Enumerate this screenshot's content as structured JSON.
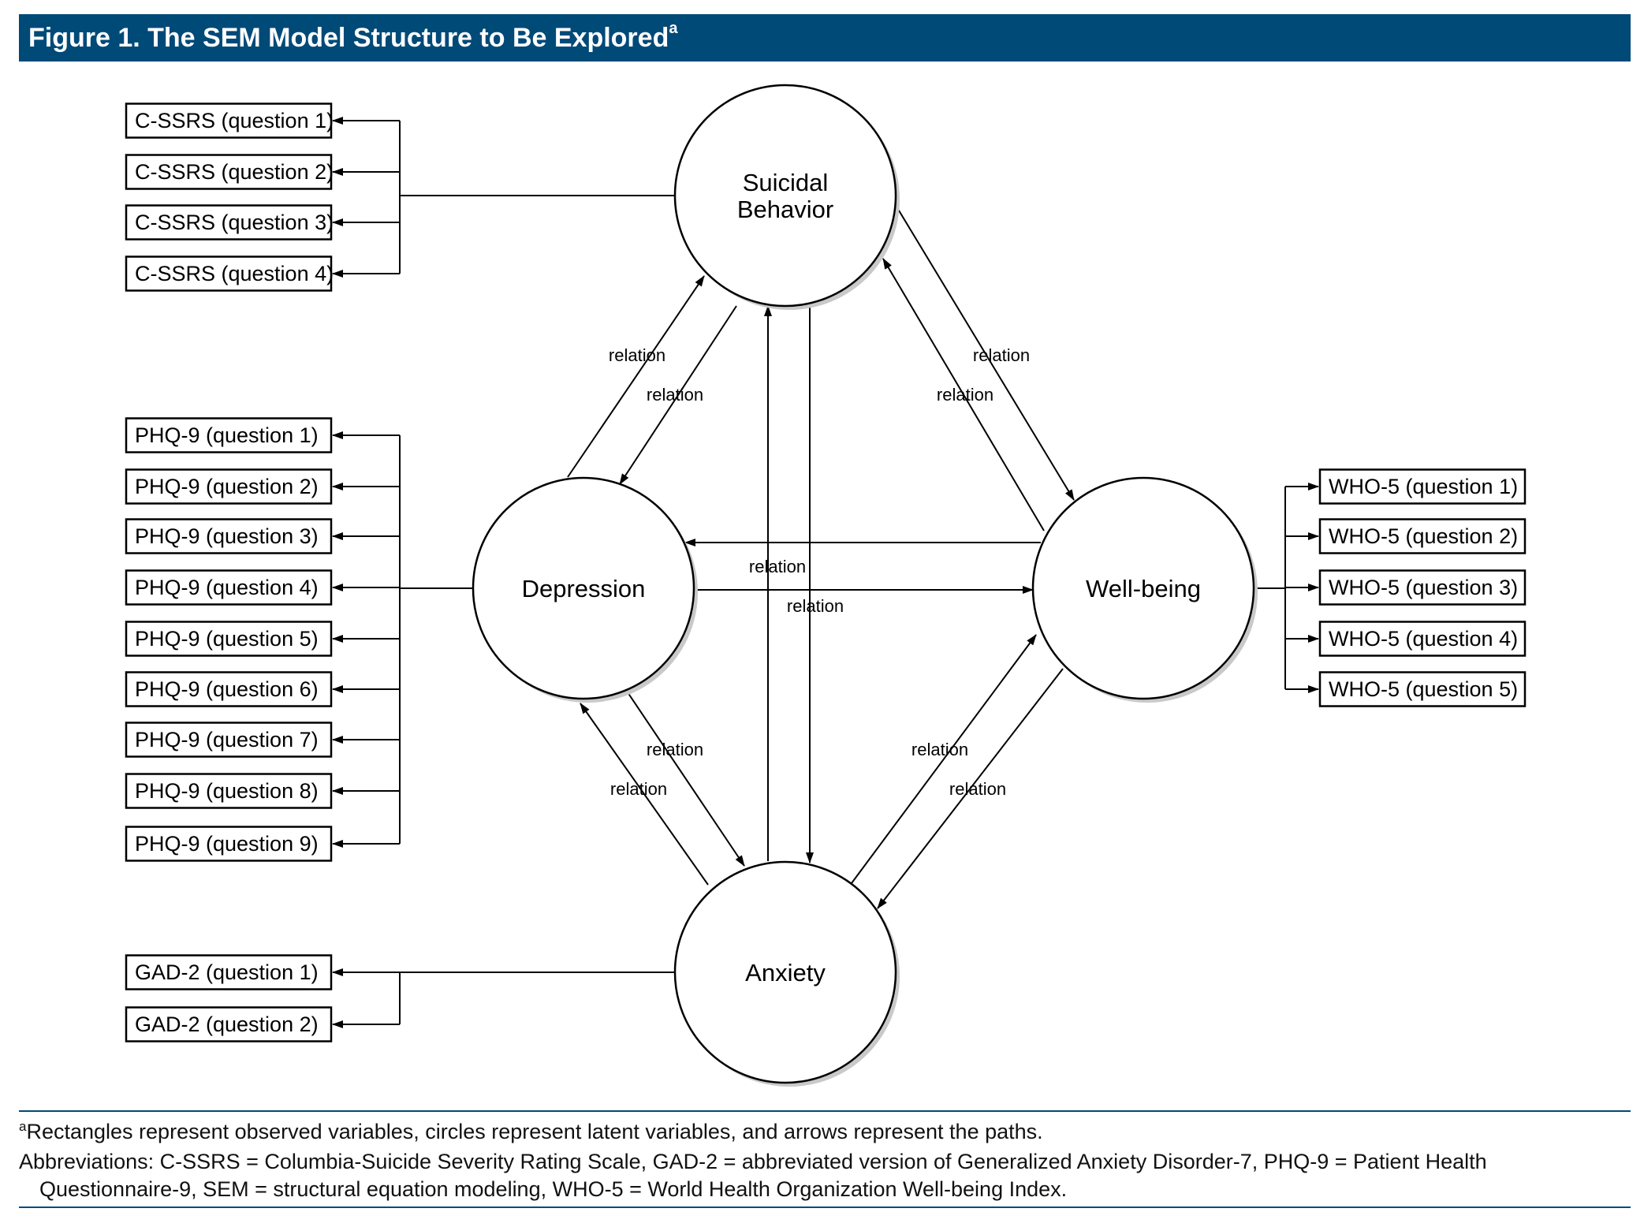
{
  "figure": {
    "title": "Figure 1. The SEM Model Structure to Be Explored",
    "title_superscript": "a",
    "header_color": "#004a78"
  },
  "latent_variables": [
    {
      "id": "suicidal",
      "label_lines": [
        "Suicidal",
        "Behavior"
      ]
    },
    {
      "id": "depression",
      "label_lines": [
        "Depression"
      ]
    },
    {
      "id": "wellbeing",
      "label_lines": [
        "Well-being"
      ]
    },
    {
      "id": "anxiety",
      "label_lines": [
        "Anxiety"
      ]
    }
  ],
  "observed_groups": [
    {
      "latent": "suicidal",
      "items": [
        "C-SSRS (question 1)",
        "C-SSRS (question 2)",
        "C-SSRS (question 3)",
        "C-SSRS (question 4)"
      ]
    },
    {
      "latent": "depression",
      "items": [
        "PHQ-9 (question 1)",
        "PHQ-9 (question 2)",
        "PHQ-9 (question 3)",
        "PHQ-9 (question 4)",
        "PHQ-9 (question 5)",
        "PHQ-9 (question 6)",
        "PHQ-9 (question 7)",
        "PHQ-9 (question 8)",
        "PHQ-9 (question 9)"
      ]
    },
    {
      "latent": "anxiety",
      "items": [
        "GAD-2 (question 1)",
        "GAD-2 (question 2)"
      ]
    },
    {
      "latent": "wellbeing",
      "items": [
        "WHO-5 (question 1)",
        "WHO-5 (question 2)",
        "WHO-5 (question 3)",
        "WHO-5 (question 4)",
        "WHO-5 (question 5)"
      ]
    }
  ],
  "paths": [
    {
      "from": "depression",
      "to": "suicidal",
      "label": "relation"
    },
    {
      "from": "suicidal",
      "to": "depression",
      "label": "relation"
    },
    {
      "from": "suicidal",
      "to": "wellbeing",
      "label": "relation"
    },
    {
      "from": "wellbeing",
      "to": "suicidal",
      "label": "relation"
    },
    {
      "from": "wellbeing",
      "to": "depression",
      "label": ""
    },
    {
      "from": "depression",
      "to": "wellbeing",
      "label": "relation"
    },
    {
      "from": "anxiety",
      "to": "suicidal",
      "label": ""
    },
    {
      "from": "suicidal",
      "to": "anxiety",
      "label": "relation"
    },
    {
      "from": "depression",
      "to": "anxiety",
      "label": "relation"
    },
    {
      "from": "anxiety",
      "to": "depression",
      "label": "relation"
    },
    {
      "from": "anxiety",
      "to": "wellbeing",
      "label": "relation"
    },
    {
      "from": "wellbeing",
      "to": "anxiety",
      "label": "relation"
    }
  ],
  "footnotes": {
    "note_marker": "a",
    "note": "Rectangles represent observed variables, circles represent latent variables, and arrows represent the paths.",
    "abbreviations_line1": "Abbreviations: C-SSRS = Columbia-Suicide Severity Rating Scale, GAD-2 = abbreviated version of Generalized Anxiety Disorder-7, PHQ-9 = Patient Health",
    "abbreviations_line2": "Questionnaire-9, SEM = structural equation modeling, WHO-5 = World Health Organization Well-being Index."
  }
}
